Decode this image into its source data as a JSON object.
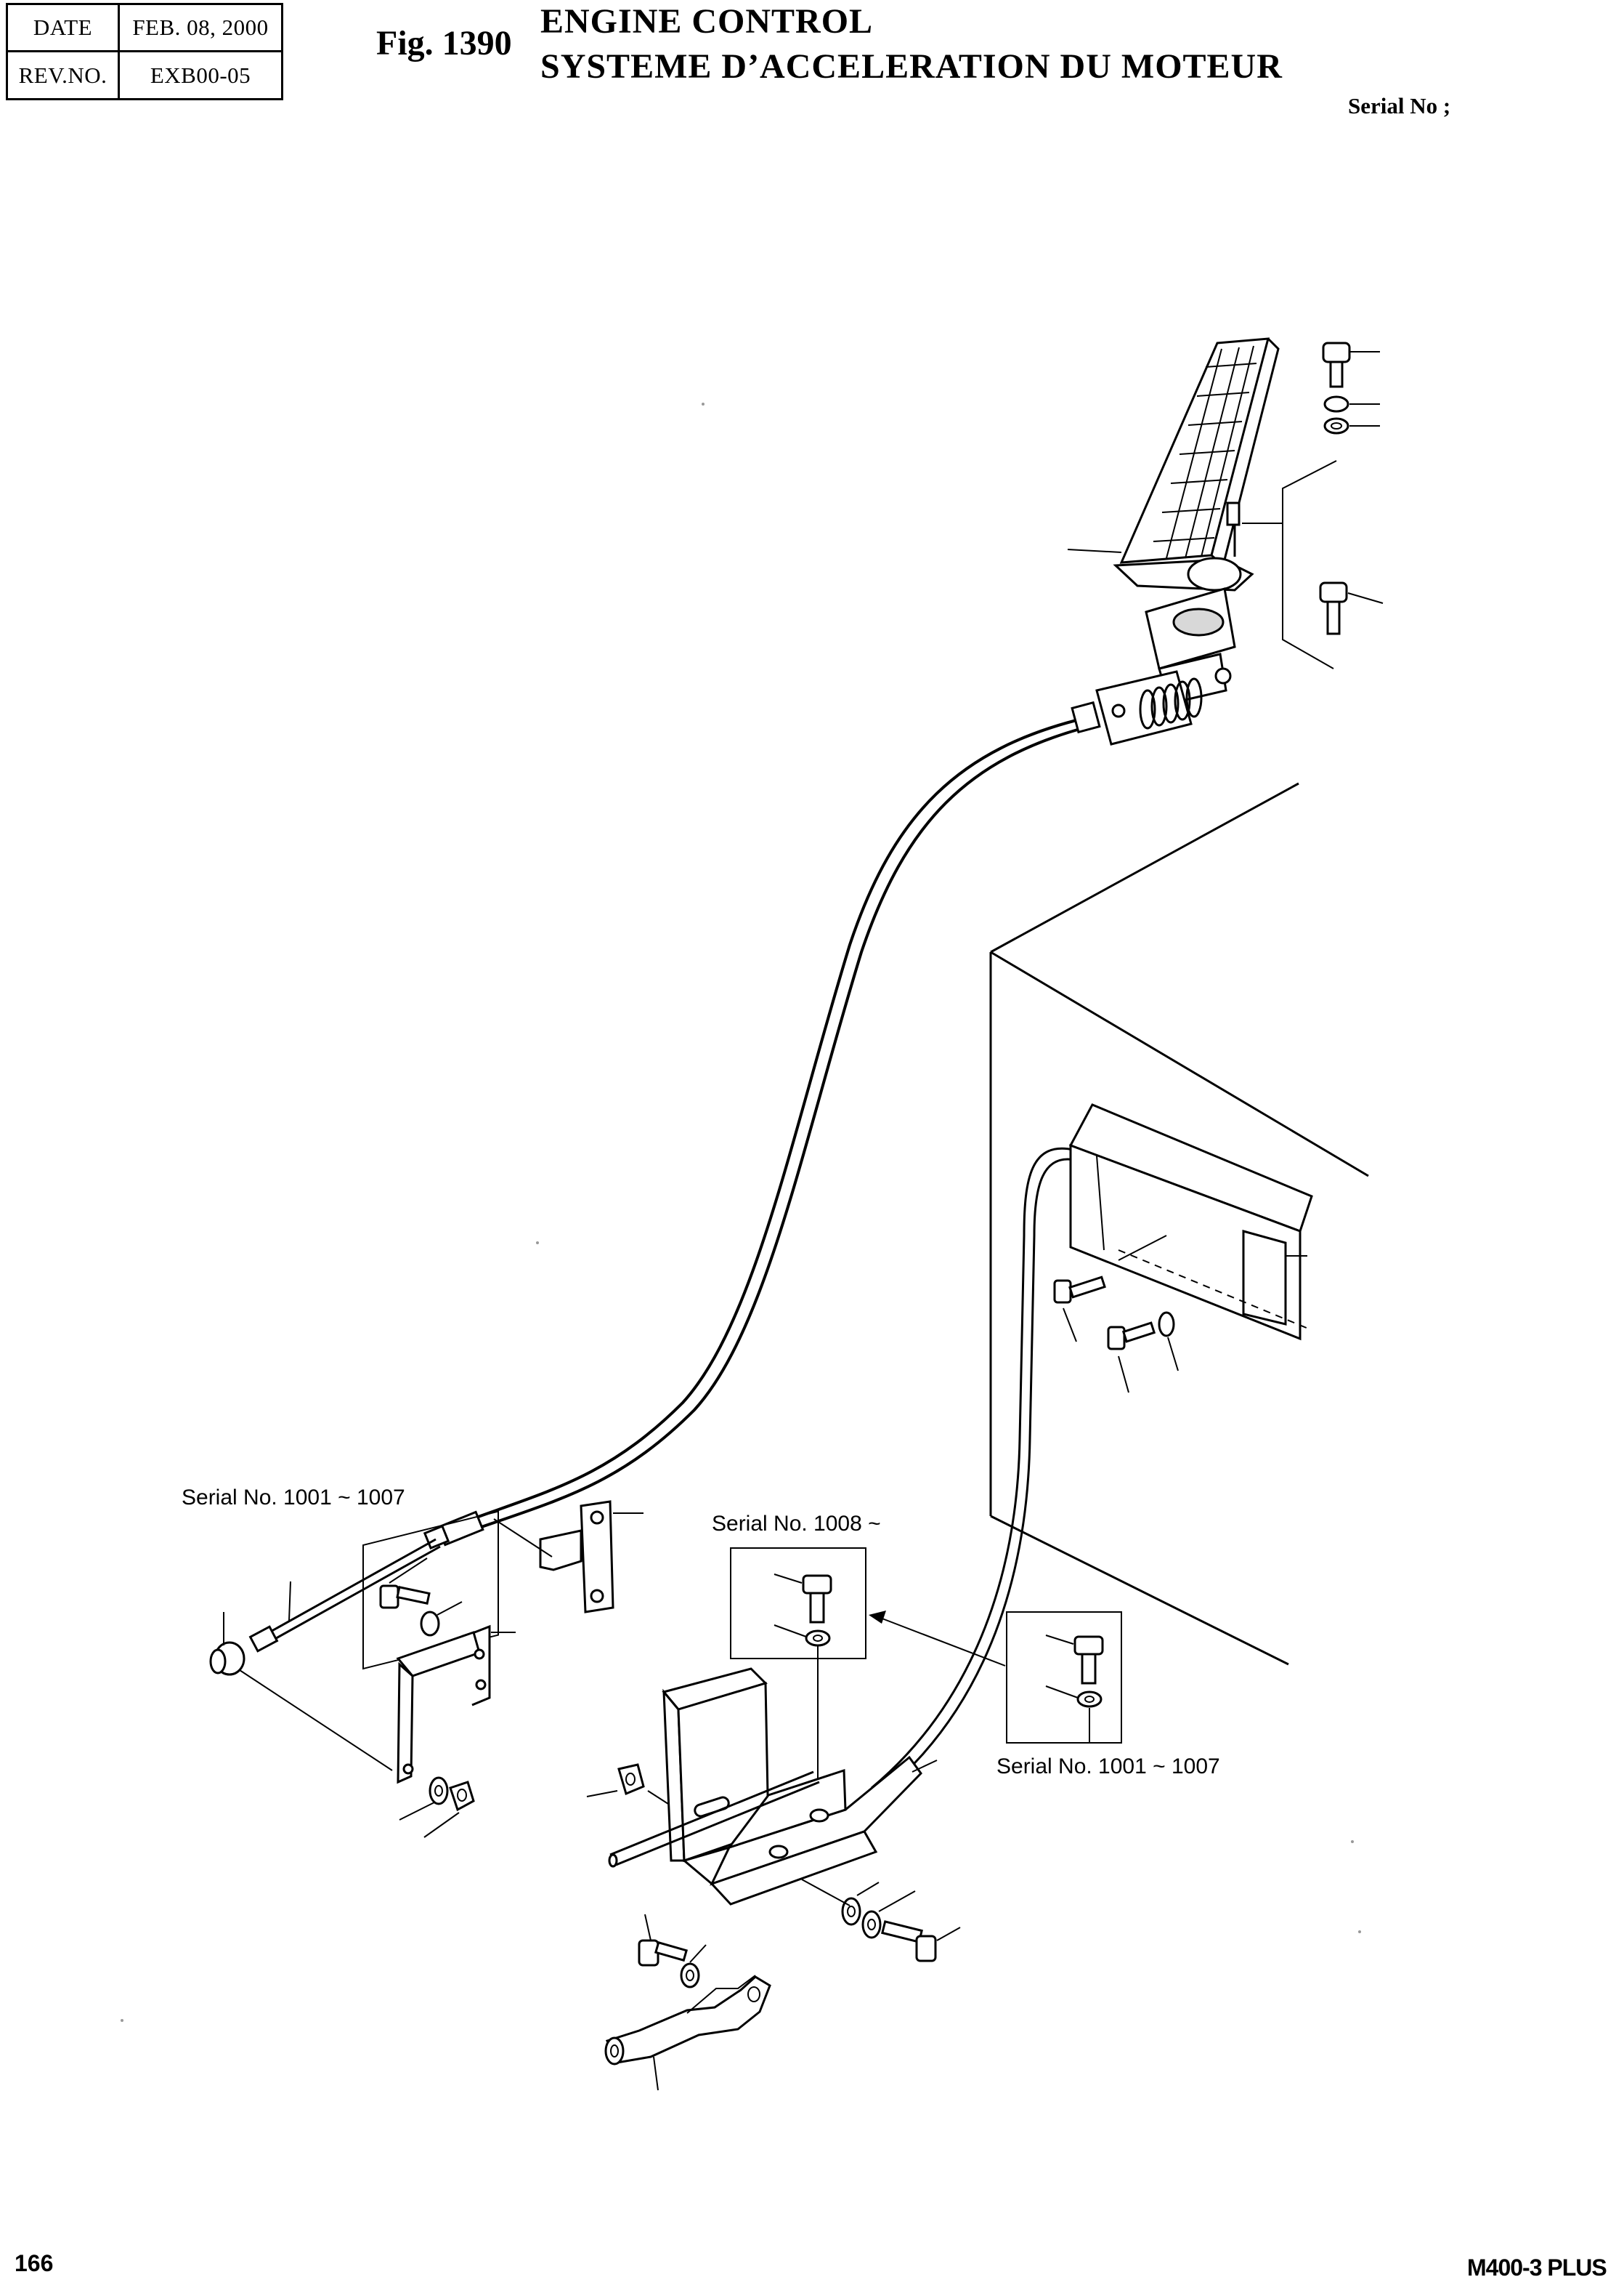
{
  "header": {
    "date_label": "DATE",
    "date_value": "FEB. 08, 2000",
    "rev_label": "REV.NO.",
    "rev_value": "EXB00-05",
    "fig_number": "Fig. 1390",
    "title_en": "ENGINE CONTROL",
    "title_fr": "SYSTEME D’ACCELERATION DU MOTEUR",
    "serial_label": "Serial No ;"
  },
  "callouts": {
    "serial_1001_1007_left": "Serial No. 1001 ~ 1007",
    "serial_1008": "Serial No. 1008 ~",
    "serial_1001_1007_right": "Serial No. 1001 ~ 1007"
  },
  "footer": {
    "page_number": "166",
    "model": "M400-3 PLUS"
  }
}
